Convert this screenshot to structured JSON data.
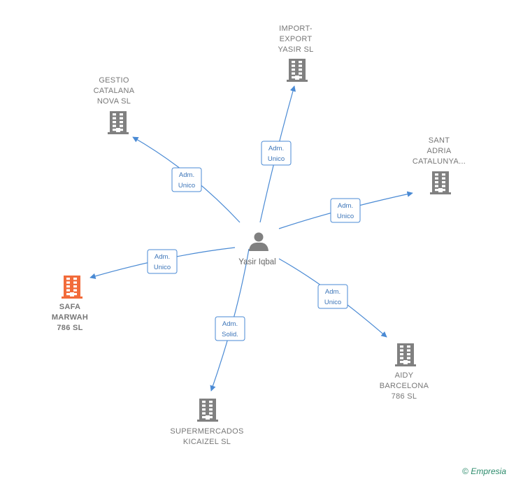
{
  "center": {
    "name": "Yasir Iqbal",
    "icon": "person-icon"
  },
  "companies": [
    {
      "id": "import",
      "lines": [
        "IMPORT-",
        "EXPORT",
        "YASIR  SL"
      ],
      "highlight": false
    },
    {
      "id": "gestio",
      "lines": [
        "GESTIO",
        "CATALANA",
        "NOVA  SL"
      ],
      "highlight": false
    },
    {
      "id": "sant",
      "lines": [
        "SANT",
        "ADRIA",
        "CATALUNYA..."
      ],
      "highlight": false
    },
    {
      "id": "safa",
      "lines": [
        "SAFA",
        "MARWAH",
        "786  SL"
      ],
      "highlight": true
    },
    {
      "id": "aidy",
      "lines": [
        "AIDY",
        "BARCELONA",
        "786  SL"
      ],
      "highlight": false
    },
    {
      "id": "super",
      "lines": [
        "SUPERMERCADOS",
        "KICAIZEL  SL"
      ],
      "highlight": false
    }
  ],
  "edges": [
    {
      "to": "import",
      "label": [
        "Adm.",
        "Unico"
      ]
    },
    {
      "to": "gestio",
      "label": [
        "Adm.",
        "Unico"
      ]
    },
    {
      "to": "sant",
      "label": [
        "Adm.",
        "Unico"
      ]
    },
    {
      "to": "safa",
      "label": [
        "Adm.",
        "Unico"
      ]
    },
    {
      "to": "aidy",
      "label": [
        "Adm.",
        "Unico"
      ]
    },
    {
      "to": "super",
      "label": [
        "Adm.",
        "Solid."
      ]
    }
  ],
  "colors": {
    "edge": "#4a8ad4",
    "building": "#808080",
    "highlight_building": "#f26b3a"
  },
  "watermark": {
    "symbol": "©",
    "brand": "Empresia"
  }
}
